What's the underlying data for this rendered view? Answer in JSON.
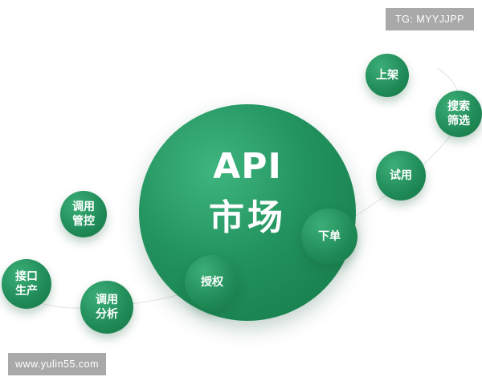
{
  "watermark_top": "TG: MYYJJPP",
  "watermark_bottom": "www.yulin55.com",
  "center": {
    "line1": "API",
    "line2": "市场"
  },
  "nodes": {
    "shangjia": [
      "上架"
    ],
    "sousuo": [
      "搜索",
      "筛选"
    ],
    "shiyong": [
      "试用"
    ],
    "xiadan": [
      "下单"
    ],
    "shouquan": [
      "授权"
    ],
    "diaoyong_guankong": [
      "调用",
      "管控"
    ],
    "jiekou": [
      "接口",
      "生产"
    ],
    "diaoyong_fenxi": [
      "调用",
      "分析"
    ]
  },
  "colors": {
    "node_green": "#1f8a57",
    "center_green": "#22925e",
    "watermark_bg": "#a9a9a9"
  }
}
